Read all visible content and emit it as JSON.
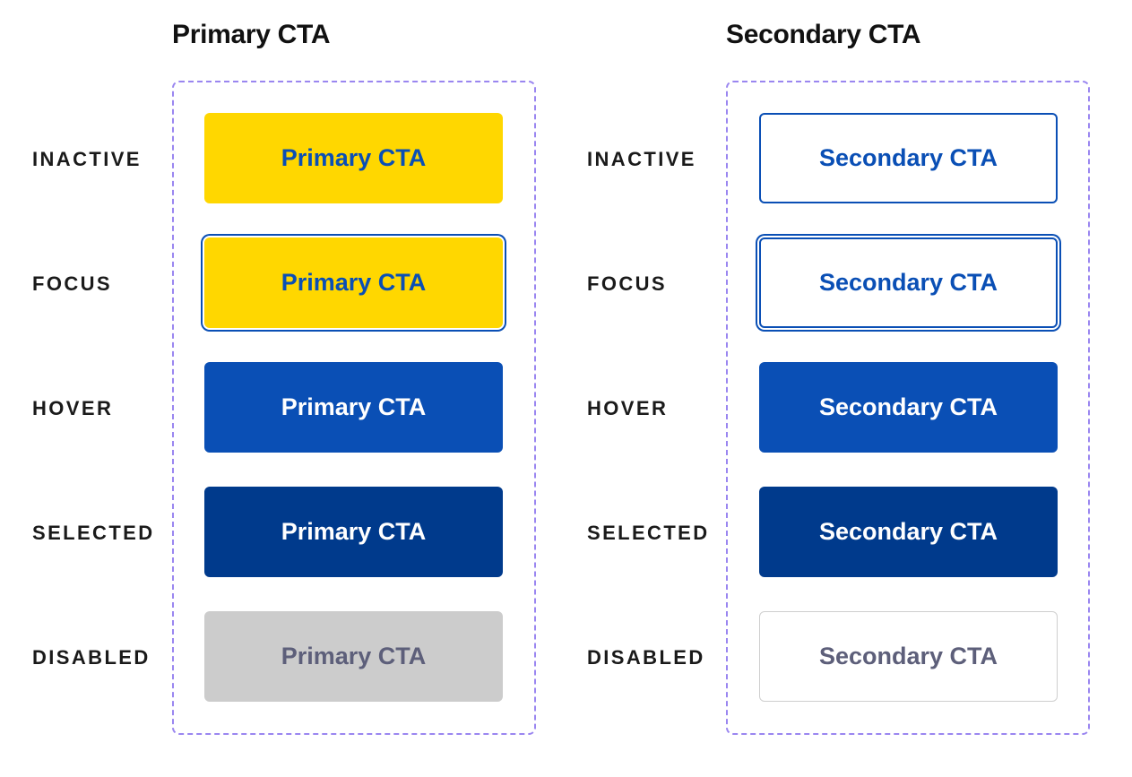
{
  "primary": {
    "title": "Primary CTA",
    "rows": [
      {
        "state": "INACTIVE",
        "label": "Primary CTA"
      },
      {
        "state": "FOCUS",
        "label": "Primary CTA"
      },
      {
        "state": "HOVER",
        "label": "Primary CTA"
      },
      {
        "state": "SELECTED",
        "label": "Primary CTA"
      },
      {
        "state": "DISABLED",
        "label": "Primary CTA"
      }
    ]
  },
  "secondary": {
    "title": "Secondary CTA",
    "rows": [
      {
        "state": "INACTIVE",
        "label": "Secondary CTA"
      },
      {
        "state": "FOCUS",
        "label": "Secondary CTA"
      },
      {
        "state": "HOVER",
        "label": "Secondary CTA"
      },
      {
        "state": "SELECTED",
        "label": "Secondary CTA"
      },
      {
        "state": "DISABLED",
        "label": "Secondary CTA"
      }
    ]
  },
  "colors": {
    "yellow": "#ffd700",
    "blue": "#0a4fb5",
    "dark_blue": "#003a8c",
    "disabled_gray": "#cccccc",
    "disabled_text": "#5d5f7a",
    "panel_border": "#9a86f0"
  }
}
